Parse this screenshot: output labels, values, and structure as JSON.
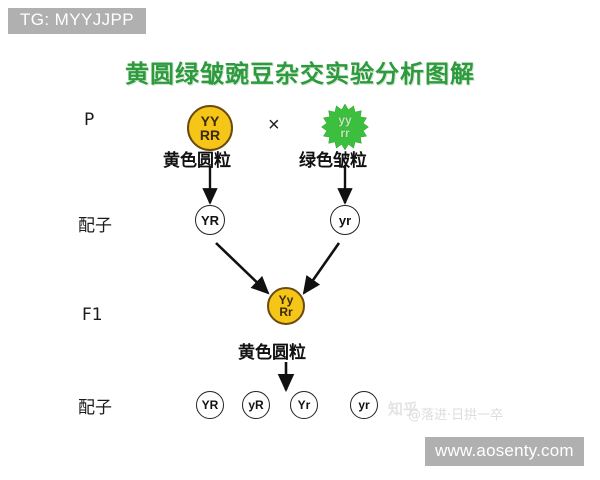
{
  "banner": {
    "top_left_label": "TG: MYYJJPP",
    "bottom_right_url": "www.aosenty.com",
    "banner_color": "#b0b0b0"
  },
  "title": {
    "text": "黄圆绿皱豌豆杂交实验分析图解",
    "color": "#2e9a3e"
  },
  "rows": {
    "parental_label": "P",
    "gamete_label_1": "配子",
    "f1_label": "F1",
    "gamete_label_2": "配子"
  },
  "cross_symbol": "×",
  "parents": {
    "yellow_round": {
      "allele_top": "YY",
      "allele_bottom": "RR",
      "phenotype": "黄色圆粒",
      "fill_color": "#f5c518",
      "border_color": "#6b4a10"
    },
    "green_wrinkled": {
      "allele_top": "yy",
      "allele_bottom": "rr",
      "phenotype": "绿色皱粒",
      "fill_color": "#3cbf3c",
      "text_color": "#bfe8bf"
    }
  },
  "gametes_p": [
    {
      "label": "YR"
    },
    {
      "label": "yr"
    }
  ],
  "f1": {
    "allele_top": "Yy",
    "allele_bottom": "Rr",
    "phenotype": "黄色圆粒",
    "fill_color": "#f5c518",
    "border_color": "#6b4a10"
  },
  "gametes_f1": [
    {
      "label": "YR"
    },
    {
      "label": "yR"
    },
    {
      "label": "Yr"
    },
    {
      "label": "yr"
    }
  ],
  "watermark": {
    "logo": "知乎",
    "user": "@落进·日拱一卒"
  }
}
